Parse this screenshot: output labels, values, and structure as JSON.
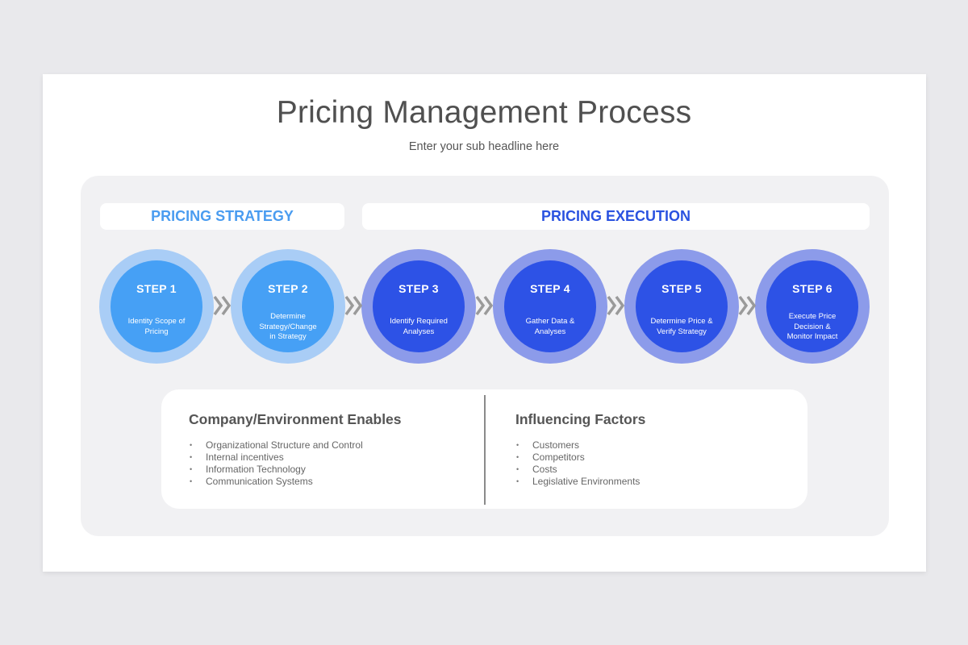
{
  "header": {
    "title": "Pricing Management Process",
    "subtitle": "Enter your sub headline here"
  },
  "phases": {
    "strategy": "PRICING STRATEGY",
    "execution": "PRICING EXECUTION"
  },
  "steps": [
    {
      "label": "STEP 1",
      "lines": [
        "Identity Scope of",
        "Pricing"
      ],
      "style": "light"
    },
    {
      "label": "STEP 2",
      "lines": [
        "Determine",
        "Strategy/Change",
        "in Strategy"
      ],
      "style": "light"
    },
    {
      "label": "STEP 3",
      "lines": [
        "Identify Required",
        "Analyses"
      ],
      "style": "dark"
    },
    {
      "label": "STEP 4",
      "lines": [
        "Gather Data &",
        "Analyses"
      ],
      "style": "dark"
    },
    {
      "label": "STEP 5",
      "lines": [
        "Determine Price &",
        "Verify Strategy"
      ],
      "style": "dark"
    },
    {
      "label": "STEP 6",
      "lines": [
        "Execute Price",
        "Decision &",
        "Monitor Impact"
      ],
      "style": "dark"
    }
  ],
  "left_column": {
    "title": "Company/Environment Enables",
    "items": [
      "Organizational Structure and Control",
      "Internal incentives",
      "Information Technology",
      "Communication Systems"
    ]
  },
  "right_column": {
    "title": "Influencing Factors",
    "items": [
      "Customers",
      "Competitors",
      "Costs",
      "Legislative Environments"
    ]
  },
  "colors": {
    "strategy_accent": "#4a9cf0",
    "execution_accent": "#2a52e0",
    "chevron": "#9a9a9a"
  }
}
